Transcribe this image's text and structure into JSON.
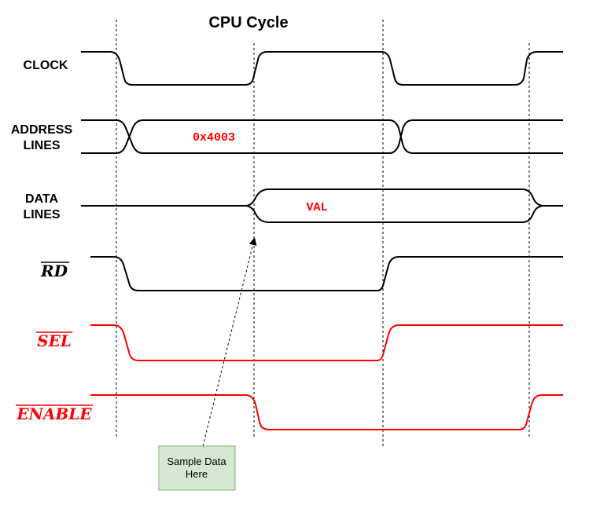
{
  "title": "CPU Cycle",
  "signals": {
    "clock": {
      "label": "CLOCK"
    },
    "address": {
      "label_line1": "ADDRESS",
      "label_line2": "LINES",
      "value": "0x4003"
    },
    "data": {
      "label_line1": "DATA",
      "label_line2": "LINES",
      "value": "VAL"
    },
    "rd": {
      "label": "RD"
    },
    "sel": {
      "label": "SEL"
    },
    "enable": {
      "label": "ENABLE"
    }
  },
  "note": {
    "line1": "Sample Data",
    "line2": "Here"
  },
  "colors": {
    "black_trace": "#000000",
    "red_trace": "#ff0000",
    "note_fill": "#d5e8d4",
    "note_border": "#82b366"
  }
}
